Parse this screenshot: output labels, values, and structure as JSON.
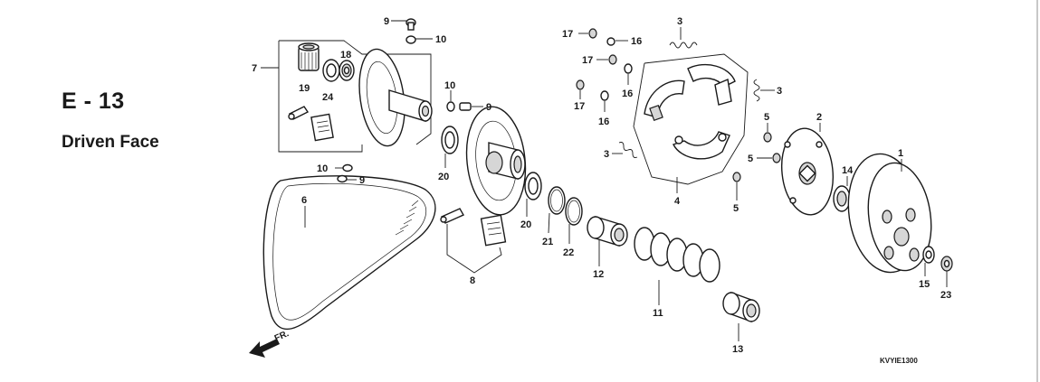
{
  "header": {
    "section_code": "E - 13",
    "section_title": "Driven Face"
  },
  "diagram": {
    "drawing_code": "KVYIE1300",
    "direction_marker": "FR.",
    "callouts": {
      "c9a": "9",
      "c10a": "10",
      "c17a": "17",
      "c16a": "16",
      "c3a": "3",
      "c7": "7",
      "c18": "18",
      "c19": "19",
      "c24": "24",
      "c17b": "17",
      "c16b": "16",
      "c17c": "17",
      "c16c": "16",
      "c10b": "10",
      "c9b": "9",
      "c3b": "3",
      "c5a": "5",
      "c2": "2",
      "c3c": "3",
      "c5b": "5",
      "c1": "1",
      "c14": "14",
      "c10c": "10",
      "c9c": "9",
      "c20a": "20",
      "c20b": "20",
      "c4": "4",
      "c5c": "5",
      "c6": "6",
      "c21": "21",
      "c22": "22",
      "c8": "8",
      "c12": "12",
      "c11": "11",
      "c13": "13",
      "c15": "15",
      "c23": "23"
    }
  }
}
